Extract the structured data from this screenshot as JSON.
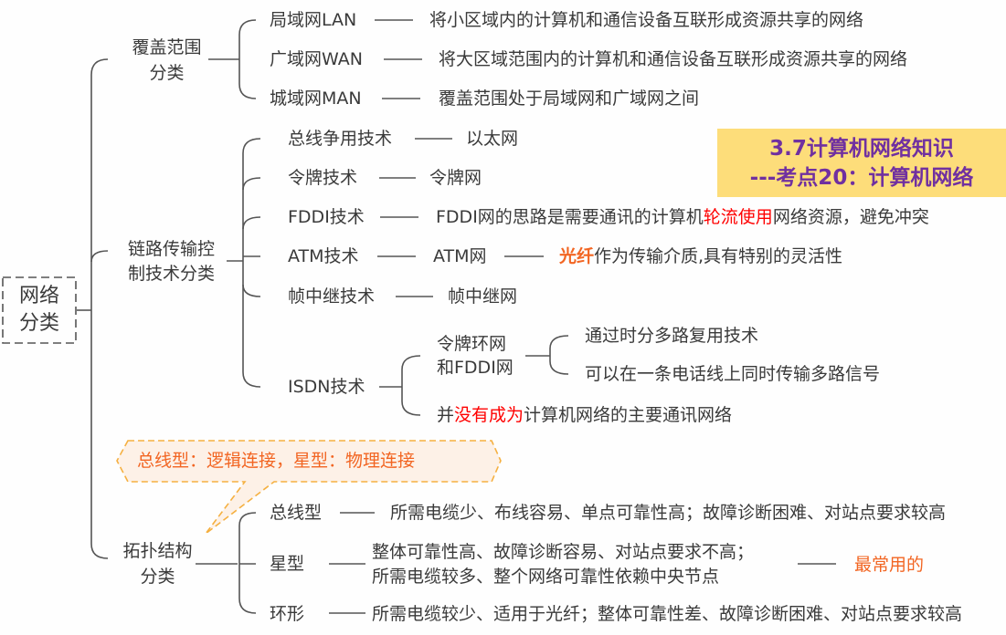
{
  "root": {
    "line1": "网络",
    "line2": "分类"
  },
  "title": {
    "line1": "3.7计算机网络知识",
    "line2": "---考点20：计算机网络"
  },
  "coverage": {
    "label1": "覆盖范围",
    "label2": "分类",
    "items": [
      {
        "name": "局域网LAN",
        "desc": "将小区域内的计算机和通信设备互联形成资源共享的网络"
      },
      {
        "name": "广域网WAN",
        "desc": "将大区域范围内的计算机和通信设备互联形成资源共享的网络"
      },
      {
        "name": "城域网MAN",
        "desc": "覆盖范围处于局域网和广域网之间"
      }
    ]
  },
  "link": {
    "label1": "链路传输控",
    "label2": "制技术分类",
    "items": [
      {
        "name": "总线争用技术",
        "desc": "以太网"
      },
      {
        "name": "令牌技术",
        "desc": "令牌网"
      },
      {
        "name": "FDDI技术",
        "desc_a": "FDDI网的思路是需要通讯的计算机",
        "desc_red": "轮流使用",
        "desc_b": "网络资源，避免冲突"
      },
      {
        "name": "ATM技术",
        "desc": "ATM网",
        "extra_orange": "光纤",
        "extra": "作为传输介质,具有特别的灵活性"
      },
      {
        "name": "帧中继技术",
        "desc": "帧中继网"
      },
      {
        "name": "ISDN技术",
        "sub1_line1": "令牌环网",
        "sub1_line2": "和FDDI网",
        "sub1_items": [
          "通过时分多路复用技术",
          "可以在一条电话线上同时传输多路信号"
        ],
        "sub2_a": "并",
        "sub2_red": "没有成为",
        "sub2_b": "计算机网络的主要通讯网络"
      }
    ]
  },
  "callout": {
    "text": "总线型：逻辑连接，星型：物理连接",
    "border_color": "#f5b041",
    "text_color": "#f26522"
  },
  "topology": {
    "label1": "拓扑结构",
    "label2": "分类",
    "items": [
      {
        "name": "总线型",
        "desc": "所需电缆少、布线容易、单点可靠性高；故障诊断困难、对站点要求较高"
      },
      {
        "name": "星型",
        "desc1": "整体可靠性高、故障诊断容易、对站点要求不高；",
        "desc2": "所需电缆较多、整个网络可靠性依赖中央节点",
        "note": "最常用的"
      },
      {
        "name": "环形",
        "desc": "所需电缆较少、适用于光纤；整体可靠性差、故障诊断困难、对站点要求较高"
      }
    ]
  }
}
